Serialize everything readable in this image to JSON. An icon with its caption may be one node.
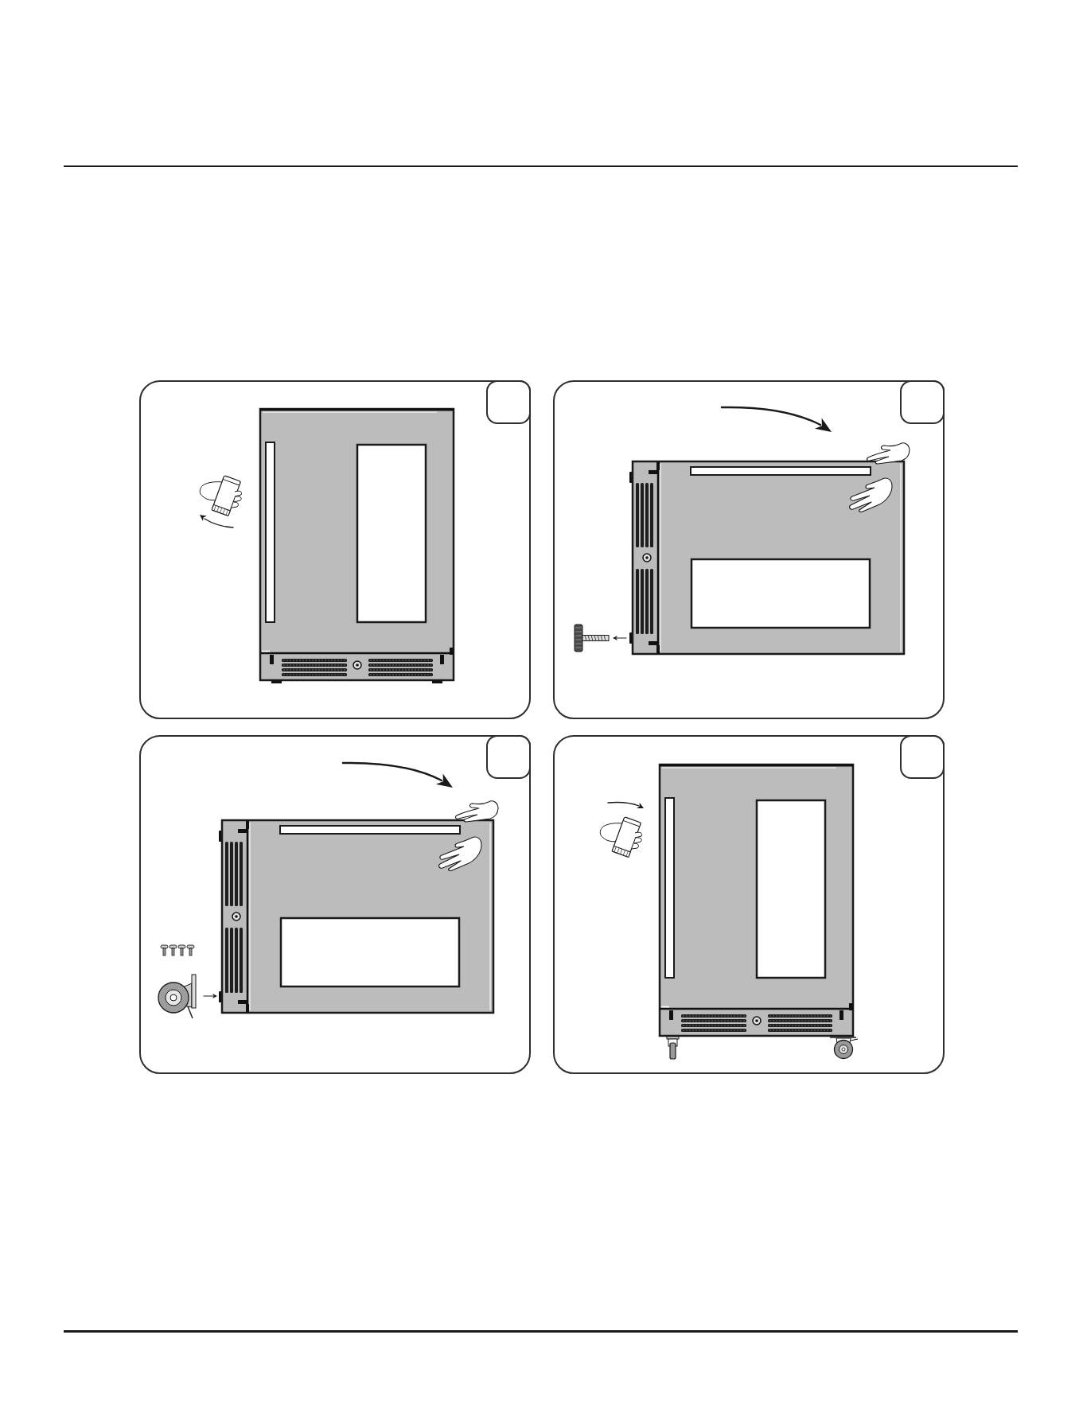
{
  "diagram": {
    "nodes": [
      {
        "text": [],
        "shape": "box"
      },
      {
        "text": [],
        "shape": "box",
        "in": 0
      },
      {
        "text": [],
        "shape": "box"
      },
      {
        "text": [],
        "shape": "box",
        "in": 2
      },
      {
        "text": [],
        "shape": "box"
      },
      {
        "text": [],
        "shape": "box",
        "in": 4
      },
      {
        "text": [],
        "shape": "box"
      },
      {
        "text": [],
        "shape": "box",
        "in": 6
      }
    ]
  }
}
